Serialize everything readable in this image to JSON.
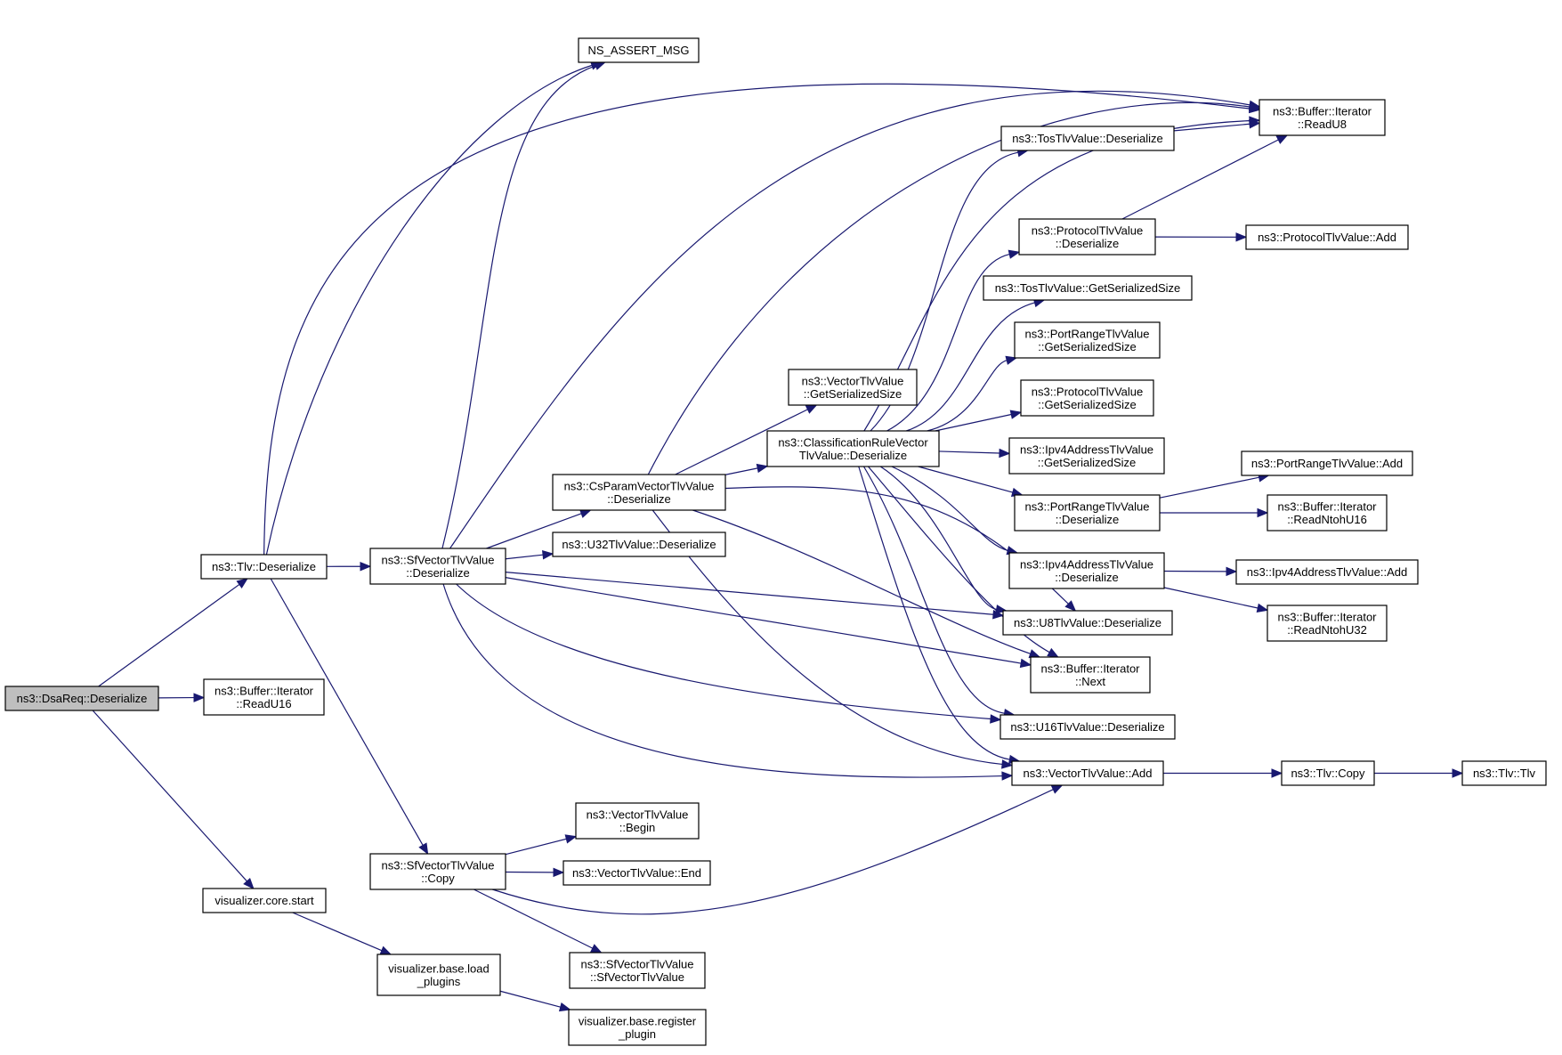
{
  "graph": {
    "nodes": [
      {
        "id": "dsareq_deserialize",
        "lines": [
          "ns3::DsaReq::Deserialize"
        ]
      },
      {
        "id": "tlv_deserialize",
        "lines": [
          "ns3::Tlv::Deserialize"
        ]
      },
      {
        "id": "buffer_readu16",
        "lines": [
          "ns3::Buffer::Iterator",
          "::ReadU16"
        ]
      },
      {
        "id": "viz_core_start",
        "lines": [
          "visualizer.core.start"
        ]
      },
      {
        "id": "ns_assert_msg",
        "lines": [
          "NS_ASSERT_MSG"
        ]
      },
      {
        "id": "sfvector_deserialize",
        "lines": [
          "ns3::SfVectorTlvValue",
          "::Deserialize"
        ]
      },
      {
        "id": "sfvector_copy",
        "lines": [
          "ns3::SfVectorTlvValue",
          "::Copy"
        ]
      },
      {
        "id": "viz_base_load_plugins",
        "lines": [
          "visualizer.base.load",
          "_plugins"
        ]
      },
      {
        "id": "csparam_deserialize",
        "lines": [
          "ns3::CsParamVectorTlvValue",
          "::Deserialize"
        ]
      },
      {
        "id": "u32_deserialize",
        "lines": [
          "ns3::U32TlvValue::Deserialize"
        ]
      },
      {
        "id": "vector_getserializedsize",
        "lines": [
          "ns3::VectorTlvValue",
          "::GetSerializedSize"
        ]
      },
      {
        "id": "vector_begin",
        "lines": [
          "ns3::VectorTlvValue",
          "::Begin"
        ]
      },
      {
        "id": "vector_end",
        "lines": [
          "ns3::VectorTlvValue::End"
        ]
      },
      {
        "id": "sfvector_ctor",
        "lines": [
          "ns3::SfVectorTlvValue",
          "::SfVectorTlvValue"
        ]
      },
      {
        "id": "viz_base_register_plugin",
        "lines": [
          "visualizer.base.register",
          "_plugin"
        ]
      },
      {
        "id": "classrule_deserialize",
        "lines": [
          "ns3::ClassificationRuleVector",
          "TlvValue::Deserialize"
        ]
      },
      {
        "id": "tos_deserialize",
        "lines": [
          "ns3::TosTlvValue::Deserialize"
        ]
      },
      {
        "id": "protocol_deserialize",
        "lines": [
          "ns3::ProtocolTlvValue",
          "::Deserialize"
        ]
      },
      {
        "id": "tos_getserializedsize",
        "lines": [
          "ns3::TosTlvValue::GetSerializedSize"
        ]
      },
      {
        "id": "portrange_getserializedsize",
        "lines": [
          "ns3::PortRangeTlvValue",
          "::GetSerializedSize"
        ]
      },
      {
        "id": "protocol_getserializedsize",
        "lines": [
          "ns3::ProtocolTlvValue",
          "::GetSerializedSize"
        ]
      },
      {
        "id": "ipv4_getserializedsize",
        "lines": [
          "ns3::Ipv4AddressTlvValue",
          "::GetSerializedSize"
        ]
      },
      {
        "id": "portrange_deserialize",
        "lines": [
          "ns3::PortRangeTlvValue",
          "::Deserialize"
        ]
      },
      {
        "id": "ipv4_deserialize",
        "lines": [
          "ns3::Ipv4AddressTlvValue",
          "::Deserialize"
        ]
      },
      {
        "id": "u8_deserialize",
        "lines": [
          "ns3::U8TlvValue::Deserialize"
        ]
      },
      {
        "id": "buffer_next",
        "lines": [
          "ns3::Buffer::Iterator",
          "::Next"
        ]
      },
      {
        "id": "u16_deserialize",
        "lines": [
          "ns3::U16TlvValue::Deserialize"
        ]
      },
      {
        "id": "vector_add",
        "lines": [
          "ns3::VectorTlvValue::Add"
        ]
      },
      {
        "id": "buffer_readu8",
        "lines": [
          "ns3::Buffer::Iterator",
          "::ReadU8"
        ]
      },
      {
        "id": "protocol_add",
        "lines": [
          "ns3::ProtocolTlvValue::Add"
        ]
      },
      {
        "id": "portrange_add",
        "lines": [
          "ns3::PortRangeTlvValue::Add"
        ]
      },
      {
        "id": "buffer_readntohu16",
        "lines": [
          "ns3::Buffer::Iterator",
          "::ReadNtohU16"
        ]
      },
      {
        "id": "ipv4_add",
        "lines": [
          "ns3::Ipv4AddressTlvValue::Add"
        ]
      },
      {
        "id": "buffer_readntohu32",
        "lines": [
          "ns3::Buffer::Iterator",
          "::ReadNtohU32"
        ]
      },
      {
        "id": "tlv_copy",
        "lines": [
          "ns3::Tlv::Copy"
        ]
      },
      {
        "id": "tlv_ctor",
        "lines": [
          "ns3::Tlv::Tlv"
        ]
      }
    ],
    "root": "dsareq_deserialize",
    "edge_color": "#191970",
    "root_fill": "#bfbfbf",
    "node_fill": "#ffffff"
  }
}
